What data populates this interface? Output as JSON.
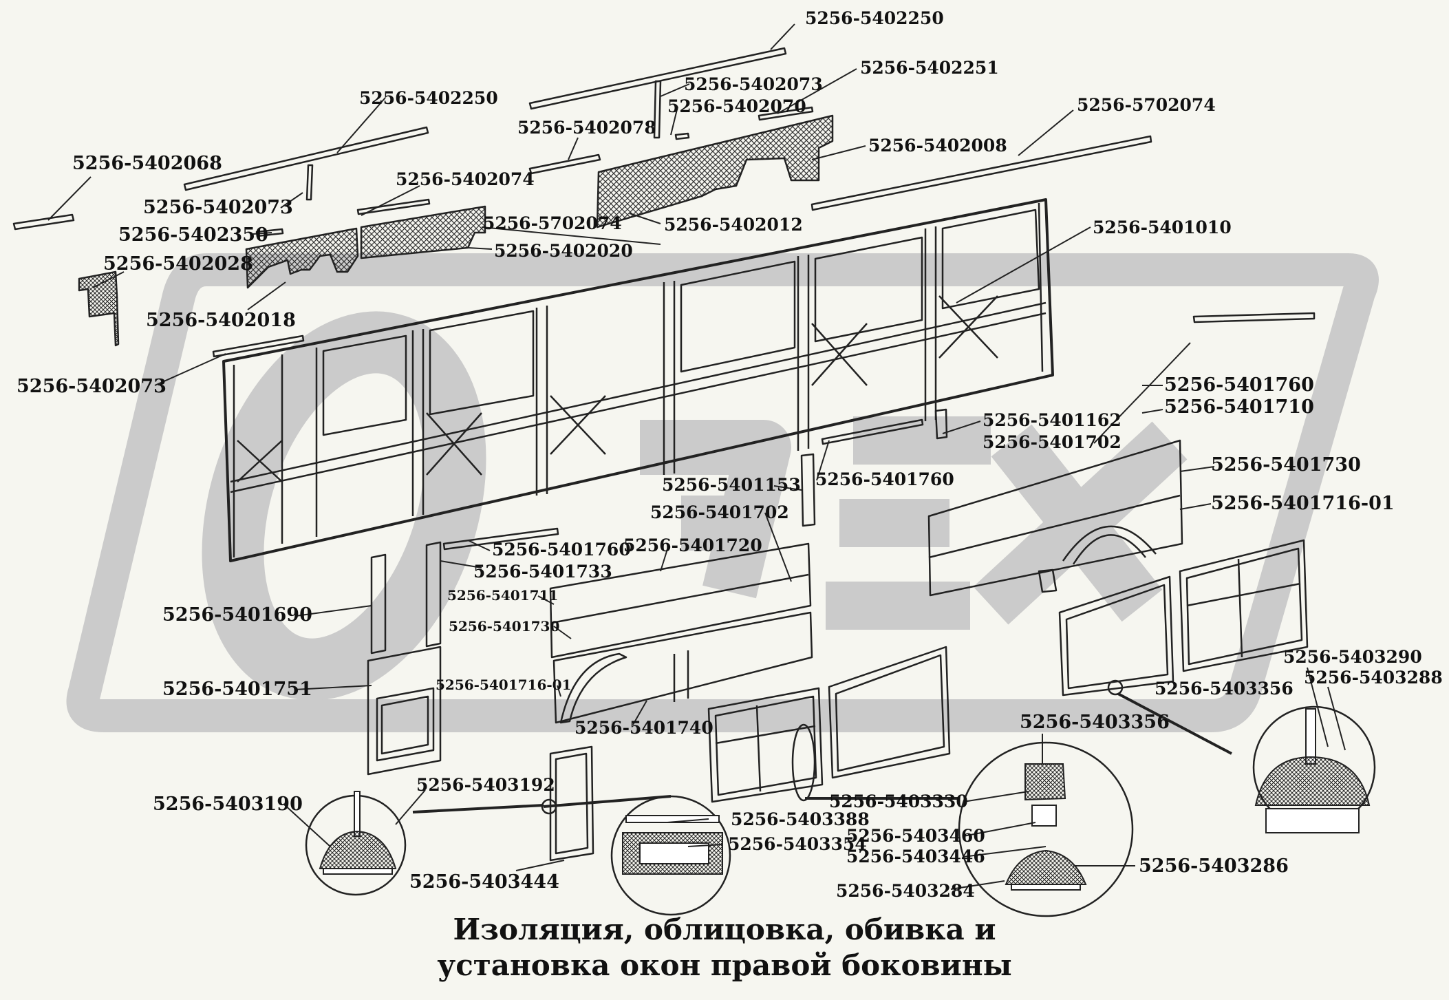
{
  "title_line1": "Изоляция, облицовка, обивка и",
  "title_line2": "установка окон правой боковины",
  "colors": {
    "paper": "#f6f6f0",
    "ink": "#222222",
    "watermark": "#cbcbcb"
  },
  "labels": [
    {
      "id": "l01",
      "text": "5256-5402250"
    },
    {
      "id": "l02",
      "text": "5256-5402251"
    },
    {
      "id": "l03",
      "text": "5256-5402073"
    },
    {
      "id": "l04",
      "text": "5256-5402070"
    },
    {
      "id": "l05",
      "text": "5256-5402078"
    },
    {
      "id": "l06",
      "text": "5256-5702074"
    },
    {
      "id": "l07",
      "text": "5256-5402008"
    },
    {
      "id": "l08",
      "text": "5256-5402250"
    },
    {
      "id": "l09",
      "text": "5256-5402068"
    },
    {
      "id": "l10",
      "text": "5256-5402073"
    },
    {
      "id": "l11",
      "text": "5256-5402074"
    },
    {
      "id": "l12",
      "text": "5256-5402350"
    },
    {
      "id": "l13",
      "text": "5256-5702074"
    },
    {
      "id": "l14",
      "text": "5256-5402012"
    },
    {
      "id": "l15",
      "text": "5256-5402020"
    },
    {
      "id": "l16",
      "text": "5256-5402028"
    },
    {
      "id": "l17",
      "text": "5256-5401010"
    },
    {
      "id": "l18",
      "text": "5256-5402018"
    },
    {
      "id": "l19",
      "text": "5256-5402073"
    },
    {
      "id": "l20",
      "text": "5256-5401760"
    },
    {
      "id": "l21",
      "text": "5256-5401710"
    },
    {
      "id": "l22",
      "text": "5256-5401162"
    },
    {
      "id": "l23",
      "text": "5256-5401702"
    },
    {
      "id": "l24",
      "text": "5256-5401730"
    },
    {
      "id": "l25",
      "text": "5256-5401153"
    },
    {
      "id": "l26",
      "text": "5256-5401760"
    },
    {
      "id": "l27",
      "text": "5256-5401702"
    },
    {
      "id": "l28",
      "text": "5256-5401716-01"
    },
    {
      "id": "l29",
      "text": "5256-5401760"
    },
    {
      "id": "l30",
      "text": "5256-5401720"
    },
    {
      "id": "l31",
      "text": "5256-5401733"
    },
    {
      "id": "l32",
      "text": "5256-5401711"
    },
    {
      "id": "l33",
      "text": "5256-5401690"
    },
    {
      "id": "l34",
      "text": "5256-5401730"
    },
    {
      "id": "l35",
      "text": "5256-5403290"
    },
    {
      "id": "l36",
      "text": "5256-5403288"
    },
    {
      "id": "l37",
      "text": "5256-5401716-01"
    },
    {
      "id": "l38",
      "text": "5256-5401751"
    },
    {
      "id": "l39",
      "text": "5256-5403356"
    },
    {
      "id": "l40",
      "text": "5256-5401740"
    },
    {
      "id": "l41",
      "text": "5256-5403356"
    },
    {
      "id": "l42",
      "text": "5256-5403192"
    },
    {
      "id": "l43",
      "text": "5256-5403190"
    },
    {
      "id": "l44",
      "text": "5256-5403330"
    },
    {
      "id": "l45",
      "text": "5256-5403388"
    },
    {
      "id": "l46",
      "text": "5256-5403354"
    },
    {
      "id": "l47",
      "text": "5256-5403460"
    },
    {
      "id": "l48",
      "text": "5256-5403446"
    },
    {
      "id": "l49",
      "text": "5256-5403286"
    },
    {
      "id": "l50",
      "text": "5256-5403444"
    },
    {
      "id": "l51",
      "text": "5256-5403284"
    }
  ]
}
